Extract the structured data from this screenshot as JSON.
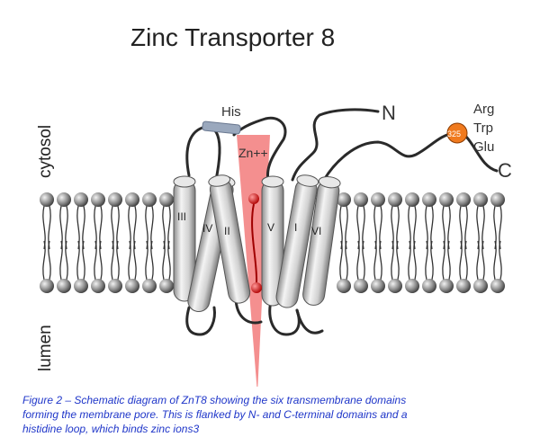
{
  "title": "Zinc Transporter 8",
  "labels": {
    "cytosol": "cytosol",
    "lumen": "lumen",
    "his": "His",
    "zinc": "Zn++",
    "n_term": "N",
    "c_term": "C",
    "residue_number": "325",
    "arg": "Arg",
    "trp": "Trp",
    "glu": "Glu"
  },
  "helices": [
    "III",
    "IV",
    "II",
    "V",
    "I",
    "VI"
  ],
  "caption": [
    "Figure 2 – Schematic diagram of ZnT8 showing the six transmembrane domains",
    "forming the membrane pore. This is flanked by N- and C-terminal domains and a",
    "histidine loop, which binds zinc ions3"
  ],
  "colors": {
    "caption_text": "#1f36c9",
    "zinc_pore": "#f06a6a",
    "residue_marker": "#f07a1e",
    "his_bar": "#9aa8bd"
  }
}
